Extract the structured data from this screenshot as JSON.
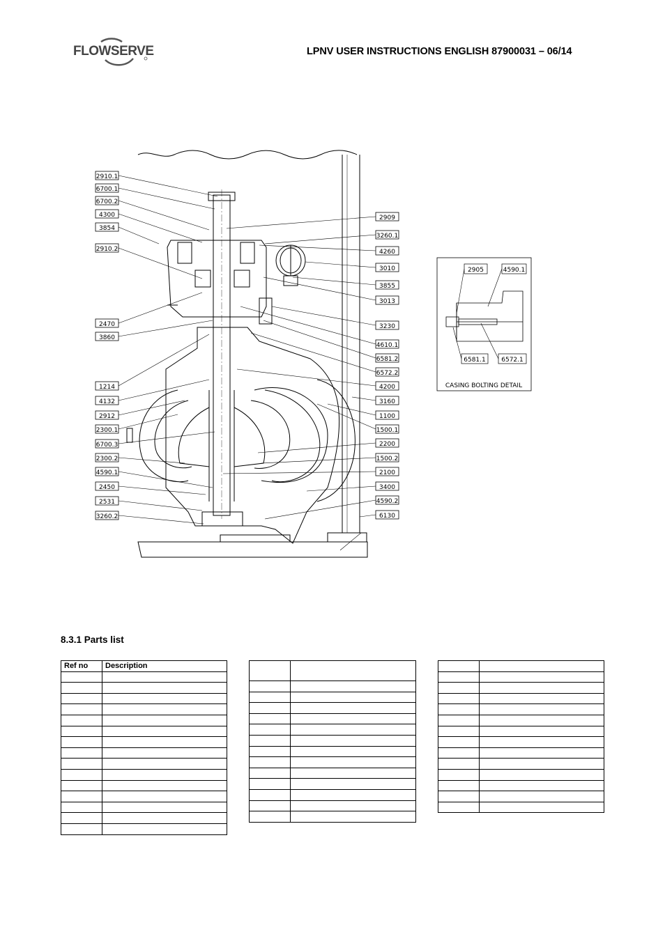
{
  "header": {
    "brand": "FLOWSERVE",
    "title": "LPNV USER INSTRUCTIONS ENGLISH 87900031 – 06/14"
  },
  "drawing": {
    "callouts_left": [
      "2910.1",
      "6700.1",
      "6700.2",
      "4300",
      "3854",
      "2910.2",
      "2470",
      "3860",
      "1214",
      "4132",
      "2912",
      "2300.1",
      "6700.3",
      "2300.2",
      "4590.1",
      "2450",
      "2531",
      "3260.2"
    ],
    "callouts_right": [
      "2909",
      "3260.1",
      "4260",
      "3010",
      "3855",
      "3013",
      "3230",
      "4610.1",
      "6581.2",
      "6572.2",
      "4200",
      "3160",
      "1100",
      "1500.1",
      "2200",
      "1500.2",
      "2100",
      "3400",
      "4590.2",
      "6130"
    ],
    "detail": {
      "labels": [
        "2905",
        "4590.1",
        "6581.1",
        "6572.1"
      ],
      "caption": "CASING BOLTING DETAIL"
    }
  },
  "section": {
    "title": "8.3.1  Parts list"
  },
  "tables": {
    "t1": {
      "ref_header": "Ref no",
      "desc_header": "Description"
    }
  }
}
